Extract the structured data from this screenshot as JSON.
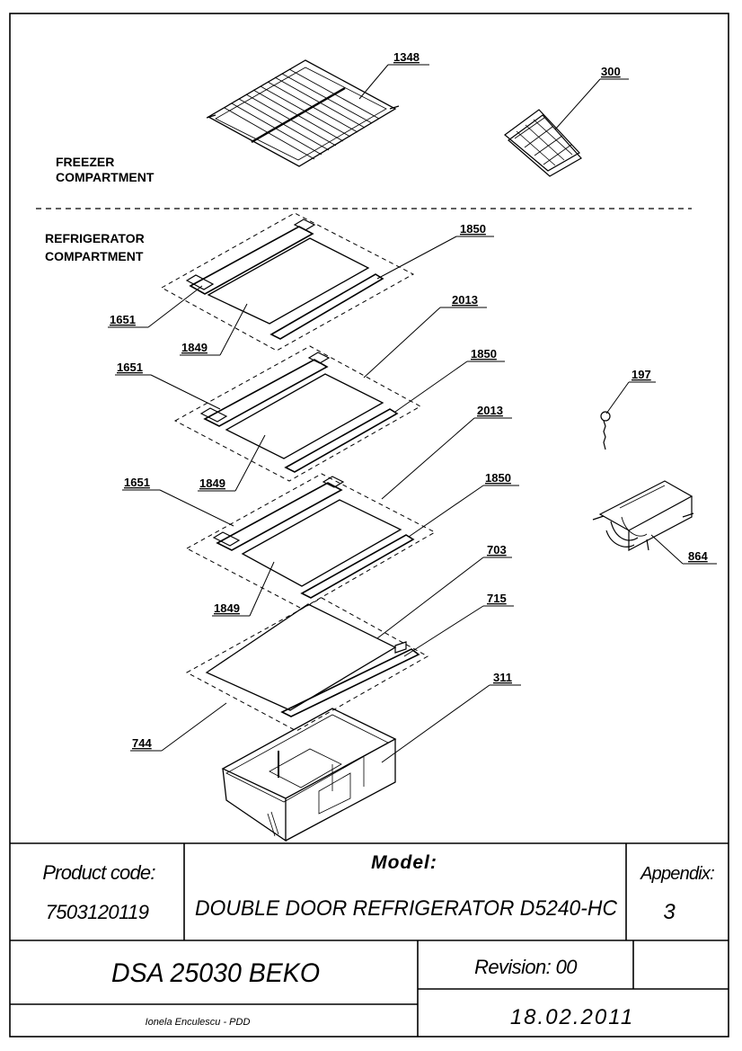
{
  "sections": {
    "freezer": [
      "FREEZER",
      "COMPARTMENT"
    ],
    "refrigerator": [
      "REFRIGERATOR",
      "COMPARTMENT"
    ]
  },
  "callouts": {
    "p1348": "1348",
    "p300": "300",
    "p1850a": "1850",
    "p2013a": "2013",
    "p1651a": "1651",
    "p1849a": "1849",
    "p1651b": "1651",
    "p1850b": "1850",
    "p2013b": "2013",
    "p1849b": "1849",
    "p1651c": "1651",
    "p1850c": "1850",
    "p1849c": "1849",
    "p703": "703",
    "p715": "715",
    "p744": "744",
    "p311": "311",
    "p197": "197",
    "p864": "864"
  },
  "title_block": {
    "product_code_label": "Product code:",
    "product_code": "7503120119",
    "model_label": "Model:",
    "model": "DOUBLE DOOR REFRIGERATOR D5240-HC",
    "appendix_label": "Appendix:",
    "appendix": "3",
    "document": "DSA 25030 BEKO",
    "revision": "Revision: 00",
    "author": "Ionela Enculescu - PDD",
    "date": "18.02.2011"
  }
}
